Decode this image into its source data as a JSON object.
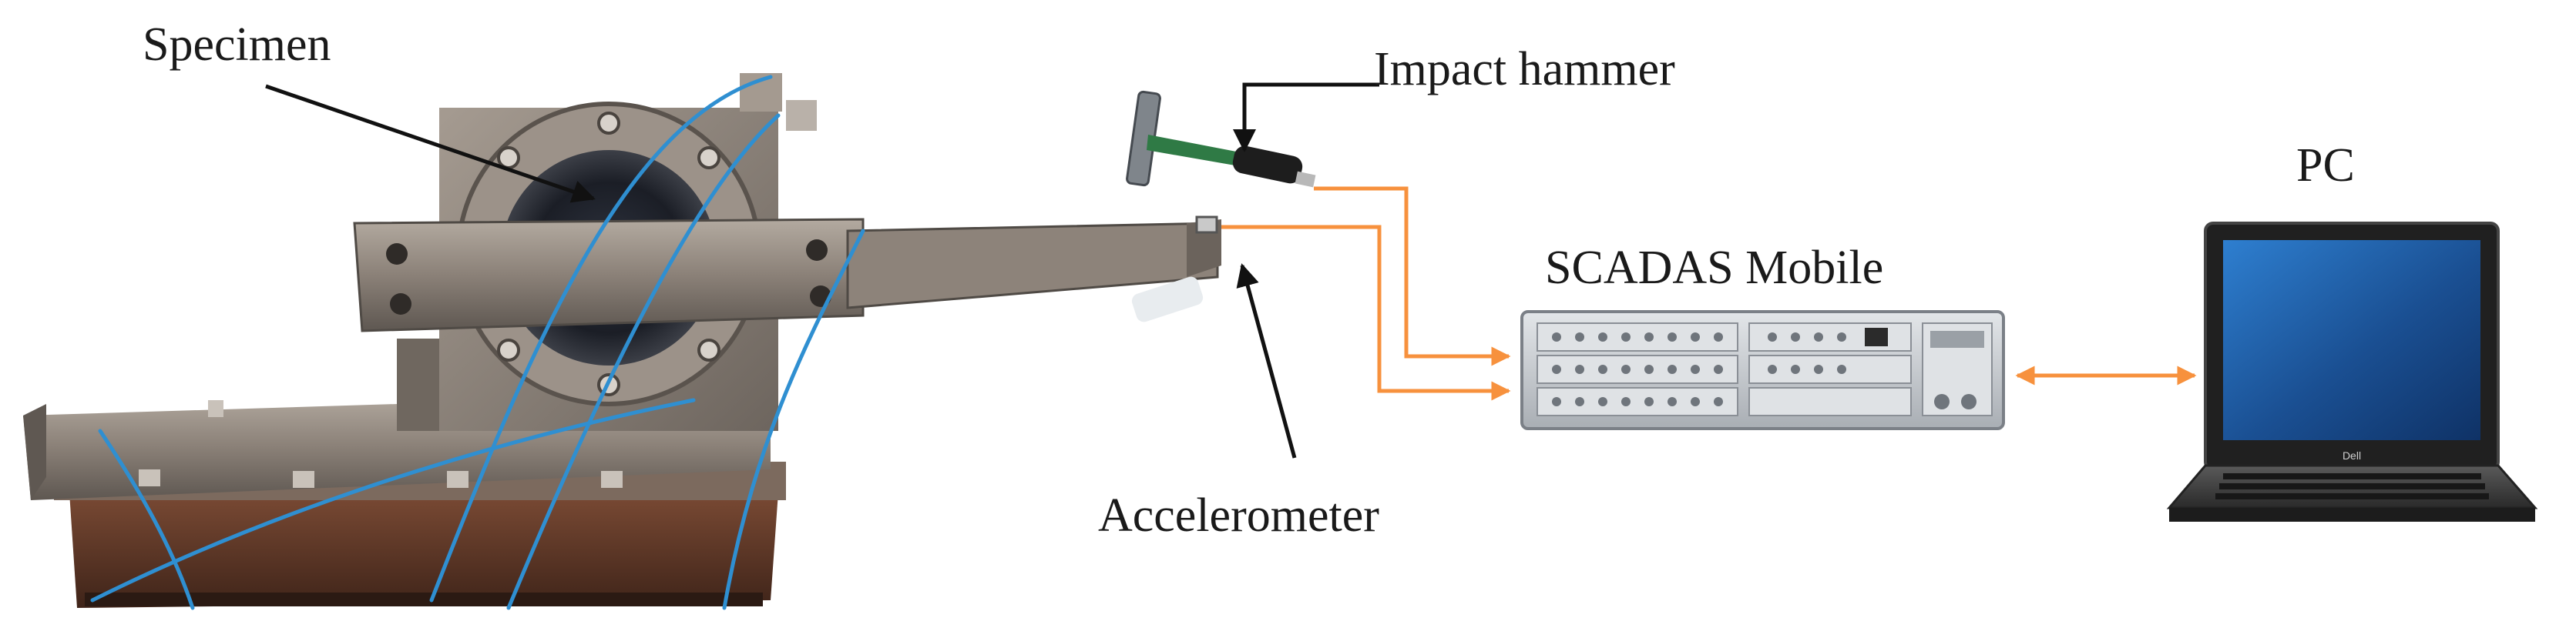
{
  "labels": {
    "specimen": "Specimen",
    "impact_hammer": "Impact hammer",
    "accelerometer": "Accelerometer",
    "scadas": "SCADAS Mobile",
    "pc": "PC",
    "laptop_brand": "Dell"
  },
  "colors": {
    "signal_line": "#f7913d",
    "pointer": "#111111",
    "cable": "#2f8fd1",
    "steel": "#8a7f74",
    "steel_dark": "#4f4a45",
    "rust": "#6a3e2c",
    "screen": "#1f5fa8",
    "laptop": "#3b3b3b",
    "device": "#c8ccd0"
  },
  "icons": {
    "specimen_rig": "test-rig-photo-icon",
    "hammer": "impact-hammer-icon",
    "accelerometer": "accelerometer-sensor-icon",
    "daq": "scadas-mobile-device-icon",
    "pc": "laptop-icon"
  }
}
